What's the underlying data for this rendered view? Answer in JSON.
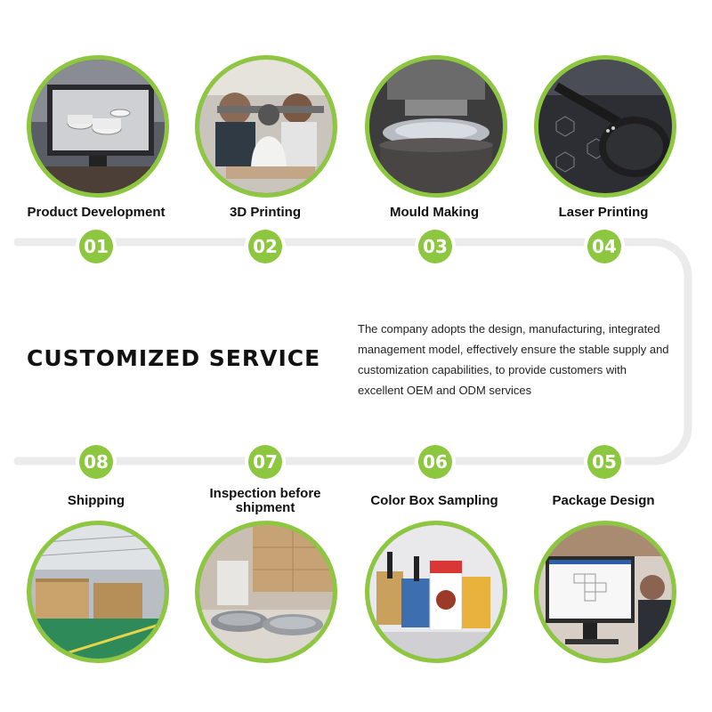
{
  "headline": "CUSTOMIZED SERVICE",
  "description": "The company adopts the design, manufacturing, integrated management model, effectively ensure the stable supply and customization capabilities, to provide customers with excellent OEM and ODM services",
  "accent_color": "#8dc63f",
  "steps": [
    {
      "number": "01",
      "title": "Product Development",
      "icon": "monitor-cookware-photo"
    },
    {
      "number": "02",
      "title": "3D Printing",
      "icon": "3d-printer-photo"
    },
    {
      "number": "03",
      "title": "Mould Making",
      "icon": "press-mould-photo"
    },
    {
      "number": "04",
      "title": "Laser Printing",
      "icon": "laser-pan-photo"
    },
    {
      "number": "05",
      "title": "Package Design",
      "icon": "designer-computer-photo"
    },
    {
      "number": "06",
      "title": "Color Box Sampling",
      "icon": "color-boxes-photo"
    },
    {
      "number": "07",
      "title": "Inspection before shipment",
      "icon": "inspection-photo"
    },
    {
      "number": "08",
      "title": "Shipping",
      "icon": "warehouse-photo"
    }
  ]
}
